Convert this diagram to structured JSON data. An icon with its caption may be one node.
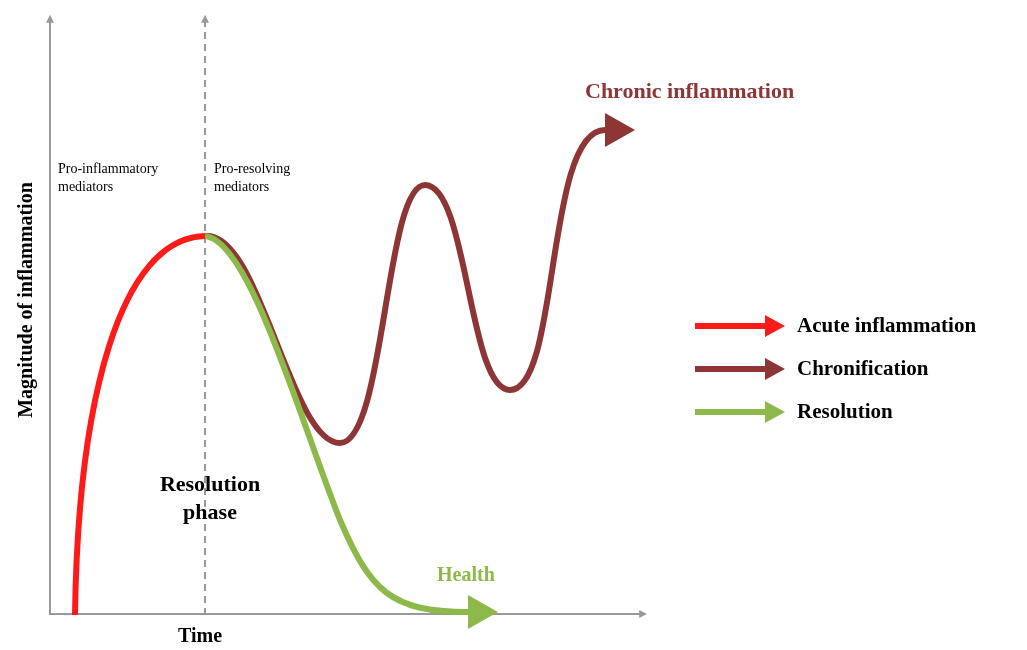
{
  "diagram": {
    "labels": [
      "Chronic inflammation",
      "Pro-inflammatory mediators",
      "Pro-resolving mediators",
      "Magnitude of inflammation",
      "Resolution phase",
      "Health",
      "Time"
    ],
    "legend": [
      {
        "text": "Acute inflammation",
        "color": "#ff1a1a"
      },
      {
        "text": "Chronification",
        "color": "#8e3535"
      },
      {
        "text": "Resolution",
        "color": "#8db84a"
      }
    ]
  }
}
